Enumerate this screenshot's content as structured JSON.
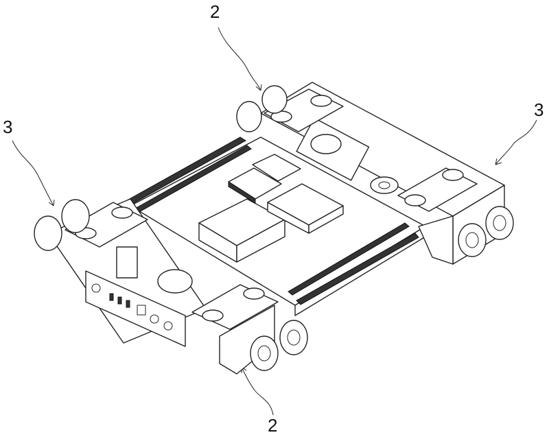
{
  "figure": {
    "labels": [
      {
        "id": "top",
        "text": "2"
      },
      {
        "id": "left",
        "text": "3"
      },
      {
        "id": "right",
        "text": "3"
      },
      {
        "id": "bottom",
        "text": "2"
      }
    ]
  }
}
